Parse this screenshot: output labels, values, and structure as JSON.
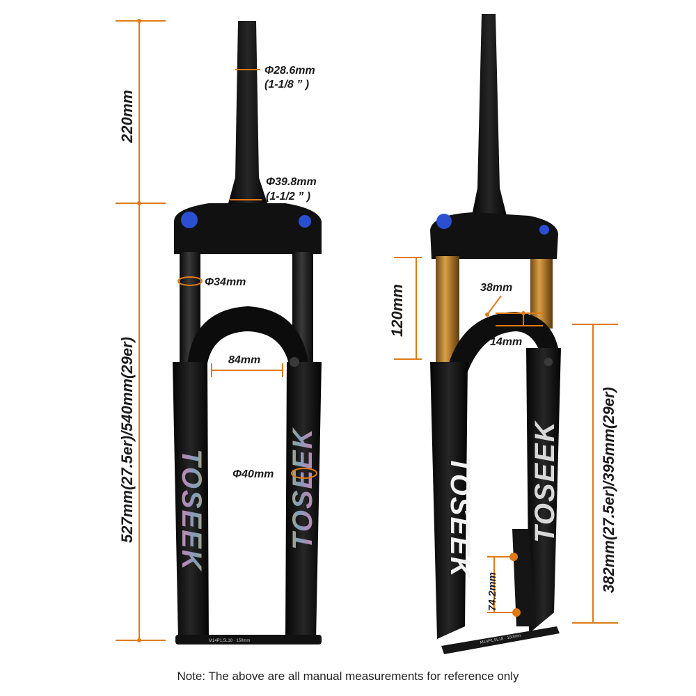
{
  "left_fork": {
    "brand": "TOSEEK",
    "axle_print": "M14P1.5L18 · 150mm",
    "total_length": "527mm(27.5er)/540mm(29er)",
    "steerer_length": "220mm",
    "steerer_top_diameter": "Φ28.6mm",
    "steerer_top_inch": "(1-1/8 ” )",
    "steerer_base_diameter": "Φ39.8mm",
    "steerer_base_inch": "(1-1/2 ” )",
    "stanchion_diameter": "Φ34mm",
    "tire_clearance": "84mm",
    "lower_diameter": "Φ40mm"
  },
  "right_fork": {
    "brand": "TOSEEK",
    "axle_print": "M14P1.5L18 · 150mm",
    "stanchion_exposed": "120mm",
    "arch_height": "38mm",
    "arch_thickness": "14mm",
    "axle_to_crown": "382mm(27.5er)/395mm(29er)",
    "brake_mount": "74.2mm"
  },
  "colors": {
    "dimension": "#e07a14",
    "fork_body": "#141414",
    "stanchion_gold": "#b07a2a",
    "adjuster_blue": "#2b4fd1"
  },
  "note": "Note: The above are all manual measurements for reference only"
}
